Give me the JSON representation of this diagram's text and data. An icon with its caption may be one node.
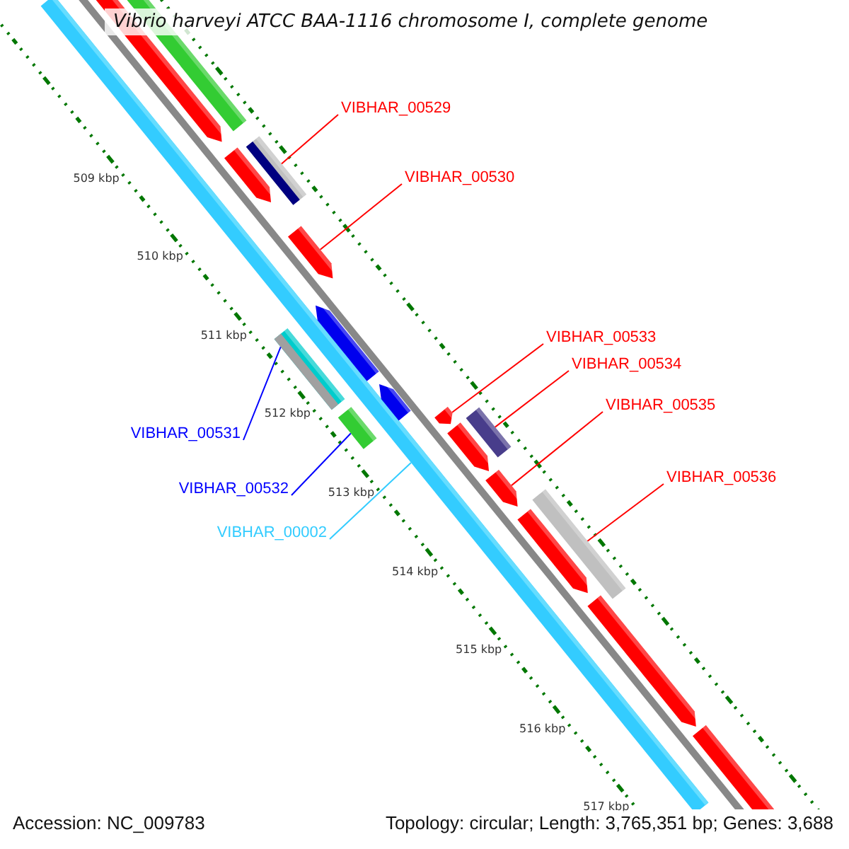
{
  "diagram": {
    "title": "Vibrio harveyi ATCC BAA-1116 chromosome I, complete genome",
    "nodes": [
      {
        "text": [
          "VIBHAR_00529"
        ]
      },
      {
        "text": [
          "VIBHAR_00530"
        ]
      },
      {
        "text": [
          "VIBHAR_00533"
        ]
      },
      {
        "text": [
          "VIBHAR_00534"
        ]
      },
      {
        "text": [
          "VIBHAR_00535"
        ]
      },
      {
        "text": [
          "VIBHAR_00531"
        ]
      },
      {
        "text": [
          "VIBHAR_00536"
        ]
      },
      {
        "text": [
          "VIBHAR_00532"
        ]
      },
      {
        "text": [
          "VIBHAR_00002"
        ]
      },
      {
        "text": [],
        "shape": "bar"
      },
      {
        "text": [],
        "shape": "bar"
      },
      {
        "text": [],
        "shape": "bar"
      },
      {
        "text": [],
        "shape": "bar"
      },
      {
        "text": [],
        "shape": "bar"
      },
      {
        "text": [],
        "shape": "bar"
      },
      {
        "text": [],
        "shape": "bar"
      },
      {
        "text": [],
        "shape": "bar"
      },
      {
        "text": [],
        "shape": "bar"
      }
    ],
    "edges": [
      {
        "from": 0,
        "to": 9,
        "arrow": "none"
      },
      {
        "from": 1,
        "to": 10,
        "arrow": "none"
      },
      {
        "from": 2,
        "to": 11,
        "arrow": "none"
      },
      {
        "from": 3,
        "to": 12,
        "arrow": "none"
      },
      {
        "from": 4,
        "to": 13,
        "arrow": "none"
      },
      {
        "from": 5,
        "to": 14,
        "arrow": "none",
        "color": "#0000ff"
      },
      {
        "from": 6,
        "to": 15,
        "arrow": "none"
      },
      {
        "from": 7,
        "to": 16,
        "arrow": "none",
        "color": "#0000ff"
      },
      {
        "from": 8,
        "to": 17,
        "arrow": "none",
        "color": "#33ccff"
      }
    ],
    "labels": [
      "509 kbp",
      "510 kbp",
      "511 kbp",
      "512 kbp",
      "513 kbp",
      "514 kbp",
      "515 kbp",
      "516 kbp",
      "517 kbp",
      "Accession: NC_009783",
      "Topology: circular; Length: 3,765,351 bp; Genes: 3,688"
    ]
  }
}
